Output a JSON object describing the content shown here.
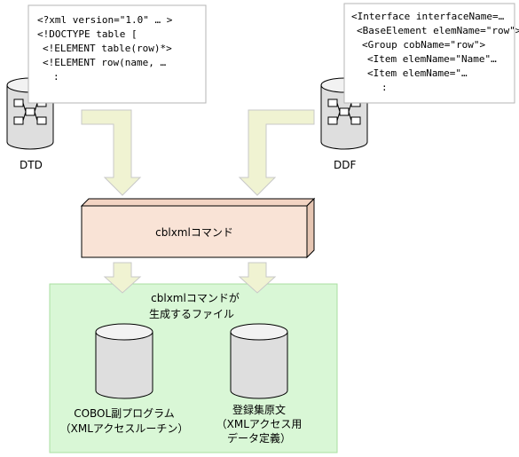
{
  "colors": {
    "arrow_fill": "#f0f3d2",
    "arrow_stroke": "#c8c8c8",
    "command_box_fill": "#f9e3d6",
    "command_box_side": "#e6c6b3",
    "output_area_fill": "#d9f7d6",
    "output_area_border": "#a9dfa0",
    "cylinder_fill": "#dedede",
    "cylinder_top": "#f2f2f2"
  },
  "dtd": {
    "label": "DTD",
    "code_lines": [
      "<?xml version=\"1.0\" … >",
      "<!DOCTYPE table [",
      "<!ELEMENT table(row)*>",
      "<!ELEMENT row(name, …",
      ":"
    ]
  },
  "ddf": {
    "label": "DDF",
    "code_lines": [
      "<Interface interfaceName=…",
      "<BaseElement elemName=\"row\">",
      "<Group cobName=\"row\">",
      "<Item elemName=\"Name\"…",
      "<Item elemName=\"…",
      ":"
    ]
  },
  "command": {
    "label": "cblxmlコマンド"
  },
  "output": {
    "title_lines": [
      "cblxmlコマンドが",
      "生成するファイル"
    ],
    "cobol": {
      "lines": [
        "COBOL副プログラム",
        "（XMLアクセスルーチン）"
      ]
    },
    "library": {
      "lines": [
        "登録集原文",
        "（XMLアクセス用",
        "データ定義）"
      ]
    }
  }
}
